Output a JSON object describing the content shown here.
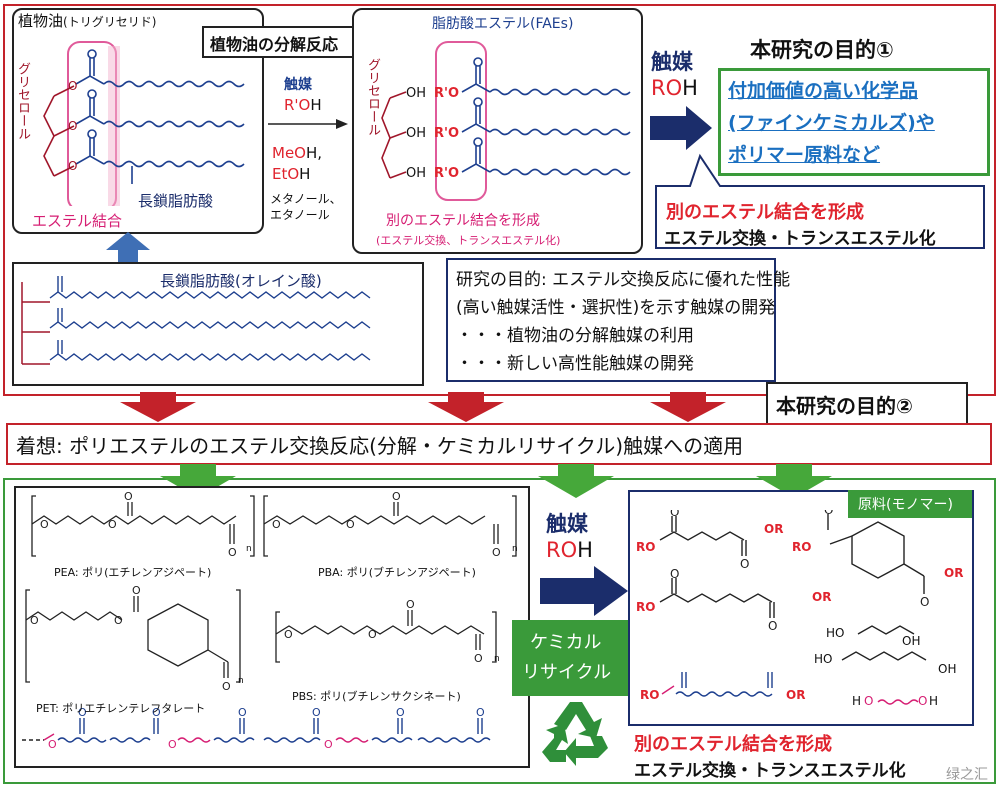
{
  "top": {
    "plant_oil": {
      "title": "植物油",
      "title_sub": "(トリグリセリド)",
      "glycerol": "グリセロール",
      "ester_bond": "エステル結合",
      "long_chain": "長鎖脂肪酸"
    },
    "decomp_title": "植物油の分解反応",
    "catalyst_label": "触媒",
    "roh_prefix": "R'O",
    "roh_h": "H",
    "meoh_prefix": "MeO",
    "meoh_suffix": "H,",
    "etoh_prefix": "EtO",
    "etoh_suffix": "H",
    "meoh_text": "メタノール、",
    "etoh_text": "エタノール",
    "fae": {
      "title": "脂肪酸エステル(FAEs)",
      "glycerol": "グリセロール",
      "oh": "OH",
      "ro": "R'O",
      "new_bond": "別のエステル結合を形成",
      "new_bond_sub": "(エステル交換、トランスエステル化)"
    },
    "goal1": {
      "title": "本研究の目的①",
      "catalyst": "触媒",
      "roh_red": "RO",
      "roh_h": "H",
      "products": [
        "付加価値の高い化学品",
        "(ファインケミカルズ)や",
        "ポリマー原料など"
      ],
      "callout_red": "別のエステル結合を形成",
      "callout_black": "エステル交換・トランスエステル化"
    },
    "oleic": {
      "title": "長鎖脂肪酸(オレイン酸)"
    },
    "purpose": [
      "研究の目的: エステル交換反応に優れた性能",
      "(高い触媒活性・選択性)を示す触媒の開発",
      "・・・植物油の分解触媒の利用",
      "・・・新しい高性能触媒の開発"
    ],
    "goal2": "本研究の目的②"
  },
  "middle": {
    "idea": "着想: ポリエステルのエステル交換反応(分解・ケミカルリサイクル)触媒への適用"
  },
  "bottom": {
    "polymers": [
      {
        "label": "PEA: ポリ(エチレンアジペート)"
      },
      {
        "label": "PBA: ポリ(ブチレンアジペート)"
      },
      {
        "label": "PET: ポリエチレンテレフタレート"
      },
      {
        "label": "PBS: ポリ(ブチレンサクシネート)"
      }
    ],
    "n": "n",
    "catalyst": "触媒",
    "roh_red": "RO",
    "roh_h": "H",
    "recycle": [
      "ケミカル",
      "リサイクル"
    ],
    "monomer_title": "原料(モノマー)",
    "ro": "RO",
    "or": "OR",
    "ho": "HO",
    "oh": "OH",
    "h": "H",
    "o": "O",
    "callout_red": "別のエステル結合を形成",
    "callout_black": "エステル交換・トランスエステル化"
  },
  "watermark": "绿之汇",
  "colors": {
    "red_frame": "#c3222a",
    "green_frame": "#3a9a3a",
    "navy": "#1b2d6b",
    "accent_red": "#e0242e",
    "pink": "#d61e73",
    "arrow_red": "#c3222a",
    "arrow_green": "#46a83a",
    "blue_arrow": "#3f6fb5"
  }
}
